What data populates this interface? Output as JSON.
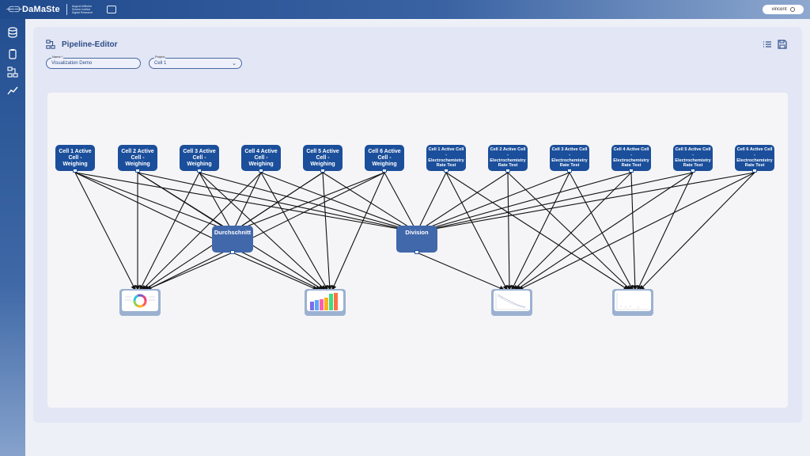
{
  "app": {
    "name": "DaMaSte",
    "partner": "August-Wilhelm\nScheer Institut\nDigital Research"
  },
  "user": {
    "name": "vincent"
  },
  "sidebar": {
    "icons": [
      "database-icon",
      "clipboard-icon",
      "pipeline-icon",
      "trend-chart-icon"
    ]
  },
  "editor": {
    "title": "Pipeline-Editor",
    "name_field": {
      "label": "Name *",
      "value": "Visualization Demo"
    },
    "project_field": {
      "label": "Project",
      "value": "Cell 1"
    }
  },
  "sources": [
    {
      "label": "Cell 1 Active Cell - Weighing"
    },
    {
      "label": "Cell 2 Active Cell - Weighing"
    },
    {
      "label": "Cell 3 Active Cell - Weighing"
    },
    {
      "label": "Cell 4 Active Cell - Weighing"
    },
    {
      "label": "Cell 5 Active Cell - Weighing"
    },
    {
      "label": "Cell 6 Active Cell - Weighing"
    },
    {
      "label": "Cell 1 Active Cell - Electrochemistry Rate Test"
    },
    {
      "label": "Cell 2 Active Cell - Electrochemistry Rate Test"
    },
    {
      "label": "Cell 3 Active Cell - Electrochemistry Rate Test"
    },
    {
      "label": "Cell 4 Active Cell - Electrochemistry Rate Test"
    },
    {
      "label": "Cell 5 Active Cell - Electrochemistry Rate Test"
    },
    {
      "label": "Cell 6 Active Cell - Electrochemistry Rate Test"
    }
  ],
  "operations": [
    {
      "label": "Durchschnitt"
    },
    {
      "label": "Division"
    }
  ],
  "visualizations": [
    {
      "kind": "donut-chart"
    },
    {
      "kind": "bar-chart"
    },
    {
      "kind": "line-chart"
    },
    {
      "kind": "scatter-chart"
    }
  ],
  "colors": {
    "node": "#1b4f9b",
    "operation": "#4168ab",
    "edge": "#111111"
  }
}
